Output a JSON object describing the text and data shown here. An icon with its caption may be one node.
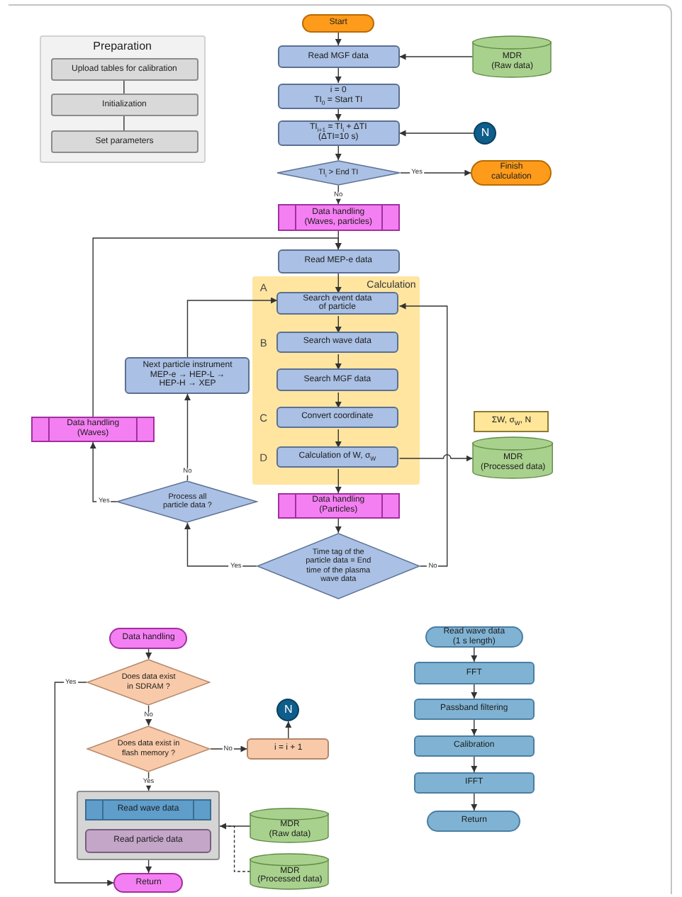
{
  "diagram": {
    "nodes": [
      {
        "text": [
          "Preparation"
        ]
      },
      {
        "text": [
          "Upload tables for calibration"
        ],
        "in": 0
      },
      {
        "text": [
          "Initialization"
        ],
        "in": 0
      },
      {
        "text": [
          "Set parameters"
        ],
        "in": 0
      },
      {
        "text": [
          "Start"
        ]
      },
      {
        "text": [
          "Read MGF data"
        ]
      },
      {
        "text": [
          "MDR",
          "(Raw data)"
        ]
      },
      {
        "text": [
          "i = 0",
          "TI$_{0}$ = Start TI"
        ]
      },
      {
        "text": [
          "TI$_{i+1}$ = TI$_{i}$ + ΔTI",
          "(ΔTI=10 s)"
        ]
      },
      {
        "text": [
          "N"
        ]
      },
      {
        "text": [
          "TI$_{i}$ > End TI"
        ]
      },
      {
        "text": [
          "Finish calculation"
        ]
      },
      {
        "text": [
          "Data handling (Waves, particles)"
        ]
      },
      {
        "text": [
          "Read MEP-e data"
        ]
      },
      {
        "text": [
          "Calculation"
        ]
      },
      {
        "text": [
          "Search event data of particle"
        ],
        "in": 14,
        "beside": [
          "A"
        ]
      },
      {
        "text": [
          "Search wave data"
        ],
        "in": 14,
        "beside": [
          "B"
        ]
      },
      {
        "text": [
          "Search MGF data"
        ],
        "in": 14
      },
      {
        "text": [
          "Convert coordinate"
        ],
        "in": 14,
        "beside": [
          "C"
        ]
      },
      {
        "text": [
          "Calculation of W, σ$_{W}$"
        ],
        "in": 14,
        "beside": [
          "D"
        ]
      },
      {
        "text": [
          "Next particle instrument",
          "MEP-e → HEP-L → HEP-H → XEP"
        ]
      },
      {
        "text": [
          "ΣW, σ$_{W}$, N"
        ]
      },
      {
        "text": [
          "Data handling (Waves)"
        ]
      },
      {
        "text": [
          "MDR",
          "(Processed data)"
        ]
      },
      {
        "text": [
          "Process all particle data ?"
        ]
      },
      {
        "text": [
          "Data handling (Particles)"
        ]
      },
      {
        "text": [
          "Time tag of the particle data = End time of the plasma wave data"
        ]
      },
      {
        "text": [
          "Data handling"
        ]
      },
      {
        "text": [
          "Does data exist in SDRAM ?"
        ]
      },
      {
        "text": [
          "Does data exist in flash memory ?"
        ]
      },
      {
        "text": [
          "i = i + 1"
        ]
      },
      {
        "text": [
          "N"
        ]
      },
      {
        "text": [],
        "shape": "box"
      },
      {
        "text": [
          "Read wave data"
        ],
        "in": 32
      },
      {
        "text": [
          "Read particle data"
        ],
        "in": 32
      },
      {
        "text": [
          "MDR",
          "(Raw data)"
        ]
      },
      {
        "text": [
          "MDR",
          "(Processed data)"
        ]
      },
      {
        "text": [
          "Return"
        ]
      },
      {
        "text": [
          "Read wave data (1 s length)"
        ]
      },
      {
        "text": [
          "FFT"
        ]
      },
      {
        "text": [
          "Passband filtering"
        ]
      },
      {
        "text": [
          "Calibration"
        ]
      },
      {
        "text": [
          "IFFT"
        ]
      },
      {
        "text": [
          "Return"
        ]
      }
    ],
    "edges": [
      {
        "from": 1,
        "to": 2,
        "arrow": "none"
      },
      {
        "from": 2,
        "to": 3,
        "arrow": "none"
      },
      {
        "from": 4,
        "to": 5,
        "arrow": "to"
      },
      {
        "from": 6,
        "to": 5,
        "arrow": "to"
      },
      {
        "from": 5,
        "to": 7,
        "arrow": "to"
      },
      {
        "from": 7,
        "to": 8,
        "arrow": "to"
      },
      {
        "from": 9,
        "to": 8,
        "arrow": "to"
      },
      {
        "from": 8,
        "to": 10,
        "arrow": "to"
      },
      {
        "from": 10,
        "to": 11,
        "arrow": "to",
        "label": "Yes"
      },
      {
        "from": 10,
        "to": 12,
        "arrow": "to",
        "label": "No"
      },
      {
        "from": 12,
        "to": 13,
        "arrow": "to"
      },
      {
        "from": 22,
        "to": 13,
        "arrow": "to"
      },
      {
        "from": 13,
        "to": 15,
        "arrow": "to"
      },
      {
        "from": 15,
        "to": 16,
        "arrow": "to"
      },
      {
        "from": 16,
        "to": 17,
        "arrow": "to"
      },
      {
        "from": 17,
        "to": 18,
        "arrow": "to"
      },
      {
        "from": 18,
        "to": 19,
        "arrow": "to"
      },
      {
        "from": 19,
        "to": 23,
        "arrow": "to"
      },
      {
        "from": 19,
        "to": 25,
        "arrow": "to"
      },
      {
        "from": 25,
        "to": 26,
        "arrow": "to"
      },
      {
        "from": 26,
        "to": 24,
        "arrow": "to",
        "label": "Yes"
      },
      {
        "from": 26,
        "to": 15,
        "arrow": "to",
        "label": "No"
      },
      {
        "from": 24,
        "to": 20,
        "arrow": "to",
        "label": "No"
      },
      {
        "from": 24,
        "to": 22,
        "arrow": "to",
        "label": "Yes"
      },
      {
        "from": 20,
        "to": 15,
        "arrow": "to"
      },
      {
        "from": 27,
        "to": 28,
        "arrow": "to"
      },
      {
        "from": 28,
        "to": 29,
        "arrow": "to",
        "label": "No"
      },
      {
        "from": 28,
        "to": 37,
        "arrow": "to",
        "label": "Yes"
      },
      {
        "from": 29,
        "to": 30,
        "arrow": "to",
        "label": "No"
      },
      {
        "from": 30,
        "to": 31,
        "arrow": "to"
      },
      {
        "from": 29,
        "to": 32,
        "arrow": "to",
        "label": "Yes"
      },
      {
        "from": 32,
        "to": 37,
        "arrow": "to"
      },
      {
        "from": 35,
        "to": 32,
        "arrow": "to"
      },
      {
        "from": 36,
        "to": 32,
        "arrow": "to",
        "style": "dashed"
      },
      {
        "from": 38,
        "to": 39,
        "arrow": "to"
      },
      {
        "from": 39,
        "to": 40,
        "arrow": "to"
      },
      {
        "from": 40,
        "to": 41,
        "arrow": "to"
      },
      {
        "from": 41,
        "to": 42,
        "arrow": "to"
      },
      {
        "from": 42,
        "to": 43,
        "arrow": "to"
      }
    ]
  }
}
